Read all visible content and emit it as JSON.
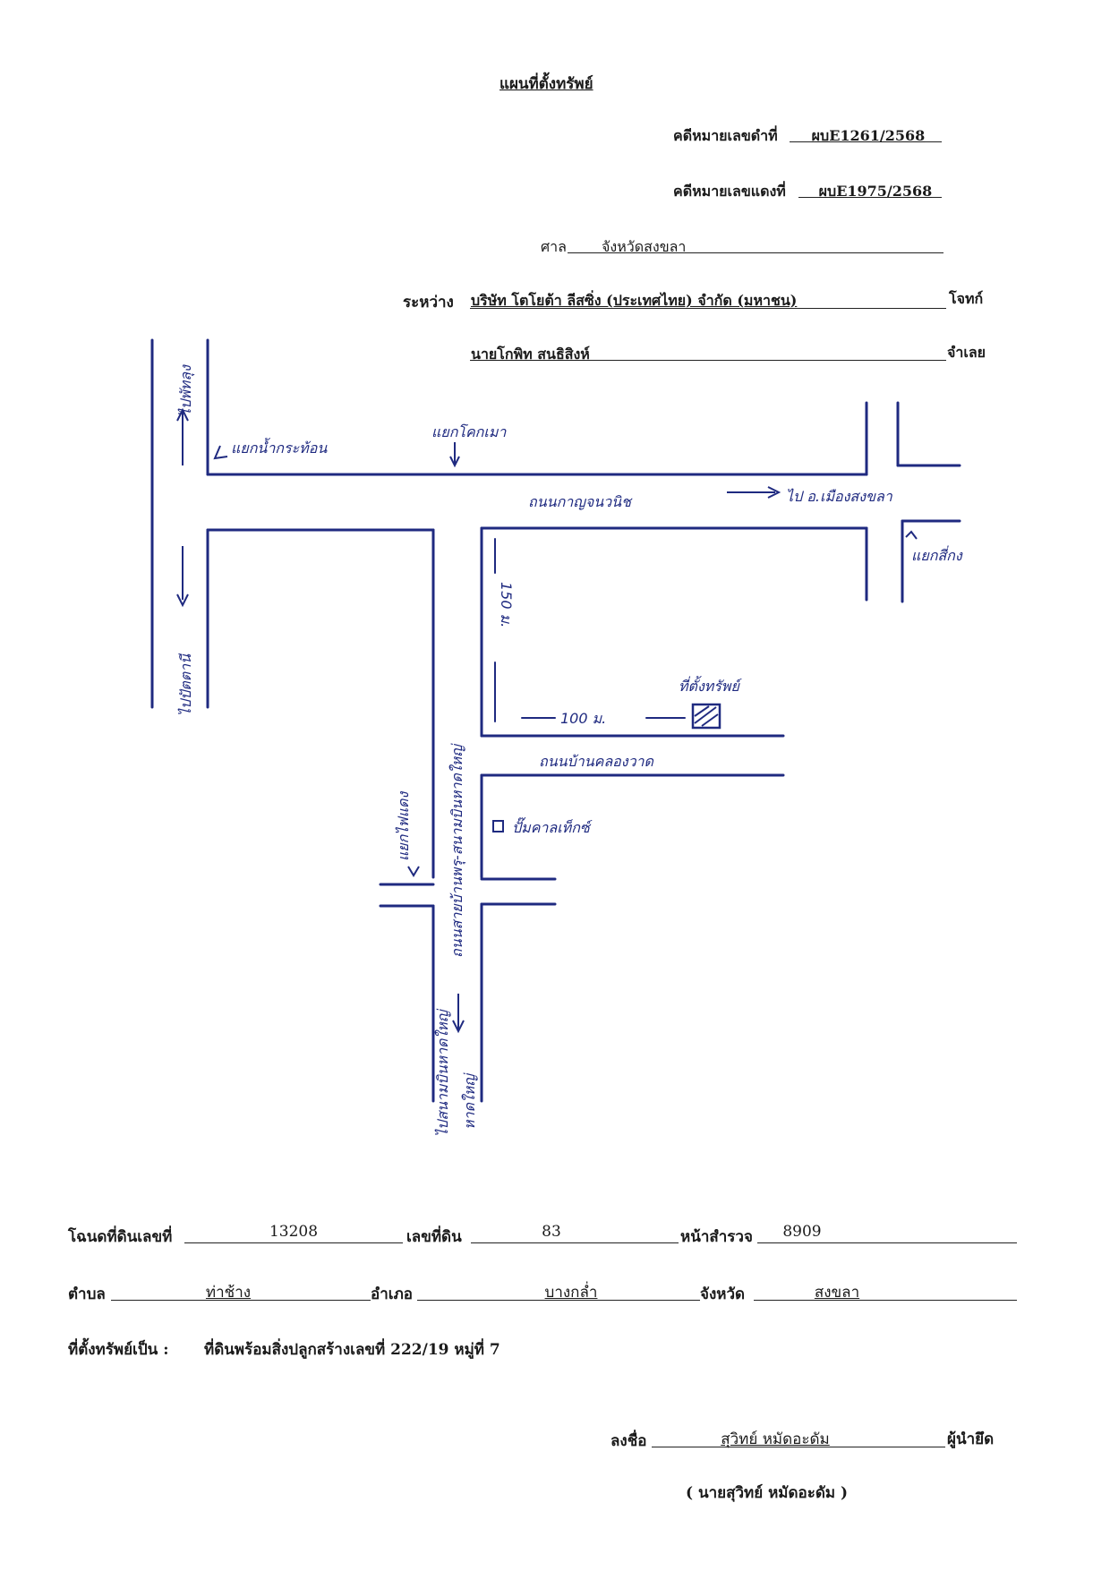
{
  "header": {
    "title": "แผนที่ตั้งทรัพย์",
    "black_case_label": "คดีหมายเลขดำที่",
    "black_case_value": "ผบE1261/2568",
    "red_case_label": "คดีหมายเลขแดงที่",
    "red_case_value": "ผบE1975/2568",
    "court_label": "ศาล",
    "court_value": "จังหวัดสงขลา",
    "between_label": "ระหว่าง",
    "plaintiff_value": "บริษัท โตโยต้า ลีสซิ่ง (ประเทศไทย) จำกัด (มหาชน)",
    "plaintiff_role": "โจทก์",
    "defendant_value": "นายโกพิท สนธิสิงห์",
    "defendant_role": "จำเลย"
  },
  "map": {
    "to_north_left": "ไปพัทลุง",
    "to_south_left": "ไปปัตตานี",
    "junction_left": "แยกน้ำกระท้อน",
    "junction_mid": "แยกโคกเมา",
    "main_road": "ถนนกาญจนวนิช",
    "to_east": "ไป อ.เมืองสงขลา",
    "junction_right": "แยกสี่กง",
    "distance_vertical": "150 ม.",
    "distance_horizontal": "100 ม.",
    "property_label": "ที่ตั้งทรัพย์",
    "side_road": "ถนนบ้านคลองวาด",
    "landmark": "ปั๊มคาลเท็กซ์",
    "vertical_road": "ถนนสายบ้านพรุ-สนามบินหาดใหญ่",
    "junction_bottom": "แยกไฟแดง",
    "to_bottom_1": "ไปสนามบินหาดใหญ่",
    "to_bottom_2": "หาดใหญ่"
  },
  "footer": {
    "deed_label": "โฉนดที่ดินเลขที่",
    "deed_value": "13208",
    "land_no_label": "เลขที่ดิน",
    "land_no_value": "83",
    "survey_label": "หน้าสำรวจ",
    "survey_value": "8909",
    "subdistrict_label": "ตำบล",
    "subdistrict_value": "ท่าช้าง",
    "district_label": "อำเภอ",
    "district_value": "บางกล่ำ",
    "province_label": "จังหวัด",
    "province_value": "สงขลา",
    "location_label": "ที่ตั้งทรัพย์เป็น :",
    "location_value": "ที่ดินพร้อมสิ่งปลูกสร้างเลขที่  222/19 หมู่ที่ 7",
    "sign_label": "ลงชื่อ",
    "sign_value": "สุวิทย์ หมัดอะดัม",
    "sign_role": "ผู้นำยึด",
    "sign_printed": "( นายสุวิทย์ หมัดอะดัม )"
  }
}
